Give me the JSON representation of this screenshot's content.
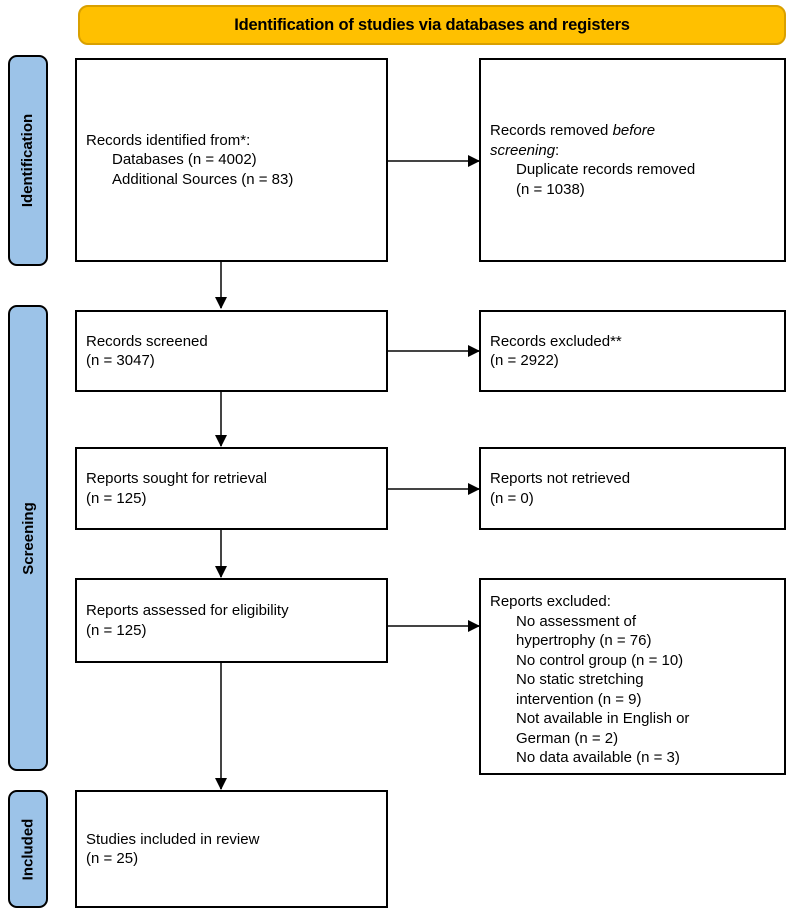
{
  "banner": {
    "title": "Identification of studies via databases and registers",
    "fill_color": "#FFC000",
    "border_color": "#D9A000"
  },
  "stages": {
    "fill_color": "#9CC3E8",
    "items": [
      {
        "id": "identification",
        "label": "Identification"
      },
      {
        "id": "screening",
        "label": "Screening"
      },
      {
        "id": "included",
        "label": "Included"
      }
    ]
  },
  "boxes": {
    "identified": {
      "lines": [
        {
          "text": "Records identified from*:",
          "indent": false,
          "italic": false
        },
        {
          "text": "Databases (n = 4002)",
          "indent": true,
          "italic": false
        },
        {
          "text": "Additional Sources (n = 83)",
          "indent": true,
          "italic": false
        }
      ]
    },
    "removed": {
      "line1_a": "Records removed ",
      "line1_b": "before",
      "line2_a": "screening",
      "line2_b": ":",
      "line3": "Duplicate records removed",
      "line4": "(n = 1038)"
    },
    "screened": {
      "line1": "Records screened",
      "line2": "(n = 3047)"
    },
    "excluded": {
      "line1": "Records excluded**",
      "line2": "(n = 2922)"
    },
    "sought": {
      "line1": "Reports sought for retrieval",
      "line2": "(n = 125)"
    },
    "not_retrieved": {
      "line1": "Reports not retrieved",
      "line2": "(n = 0)"
    },
    "assessed": {
      "line1": "Reports assessed for eligibility",
      "line2": "(n = 125)"
    },
    "reports_excluded": {
      "heading": "Reports excluded:",
      "reasons": [
        "No assessment of",
        "hypertrophy (n = 76)",
        "No control group (n = 10)",
        "No static stretching",
        "intervention (n = 9)",
        "Not available in English or",
        "German (n = 2)",
        "No data available (n = 3)"
      ]
    },
    "included": {
      "line1": "Studies included in review",
      "line2": "(n = 25)"
    }
  }
}
